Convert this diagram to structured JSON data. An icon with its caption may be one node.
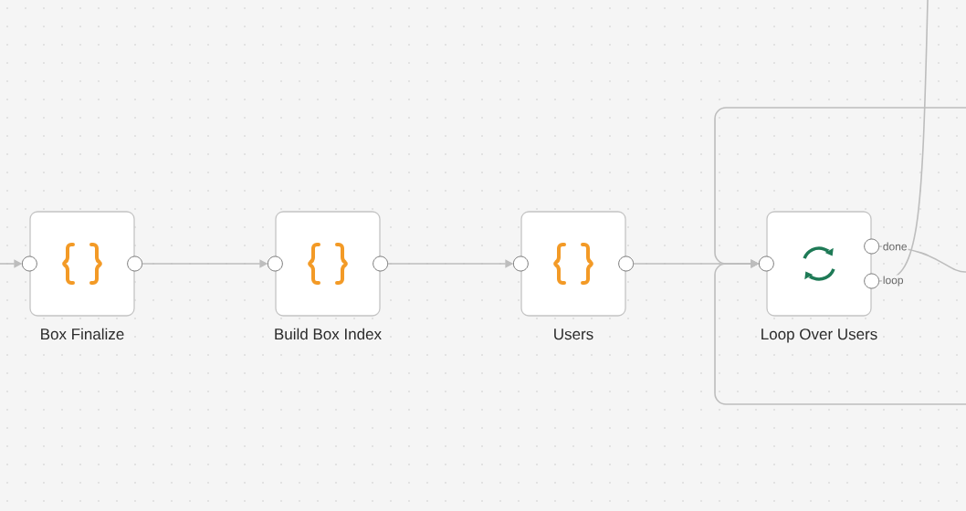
{
  "diagram": {
    "nodes": [
      {
        "text": [
          "Box Finalize"
        ]
      },
      {
        "text": [
          "Build Box Index"
        ]
      },
      {
        "text": [
          "Users"
        ]
      },
      {
        "text": [
          "Loop Over Users"
        ],
        "beside": [
          "done",
          "loop"
        ]
      }
    ],
    "edges": [
      {
        "from": null,
        "to": 0,
        "arrow": "to"
      },
      {
        "from": 0,
        "to": 1,
        "arrow": "to"
      },
      {
        "from": 1,
        "to": 2,
        "arrow": "to"
      },
      {
        "from": 2,
        "to": 3,
        "arrow": "to"
      },
      {
        "from": null,
        "to": 3,
        "arrow": "to"
      },
      {
        "from": null,
        "to": 3,
        "arrow": "to"
      },
      {
        "from": 3,
        "to": null,
        "arrow": "none"
      },
      {
        "from": 3,
        "to": null,
        "arrow": "none"
      }
    ]
  }
}
